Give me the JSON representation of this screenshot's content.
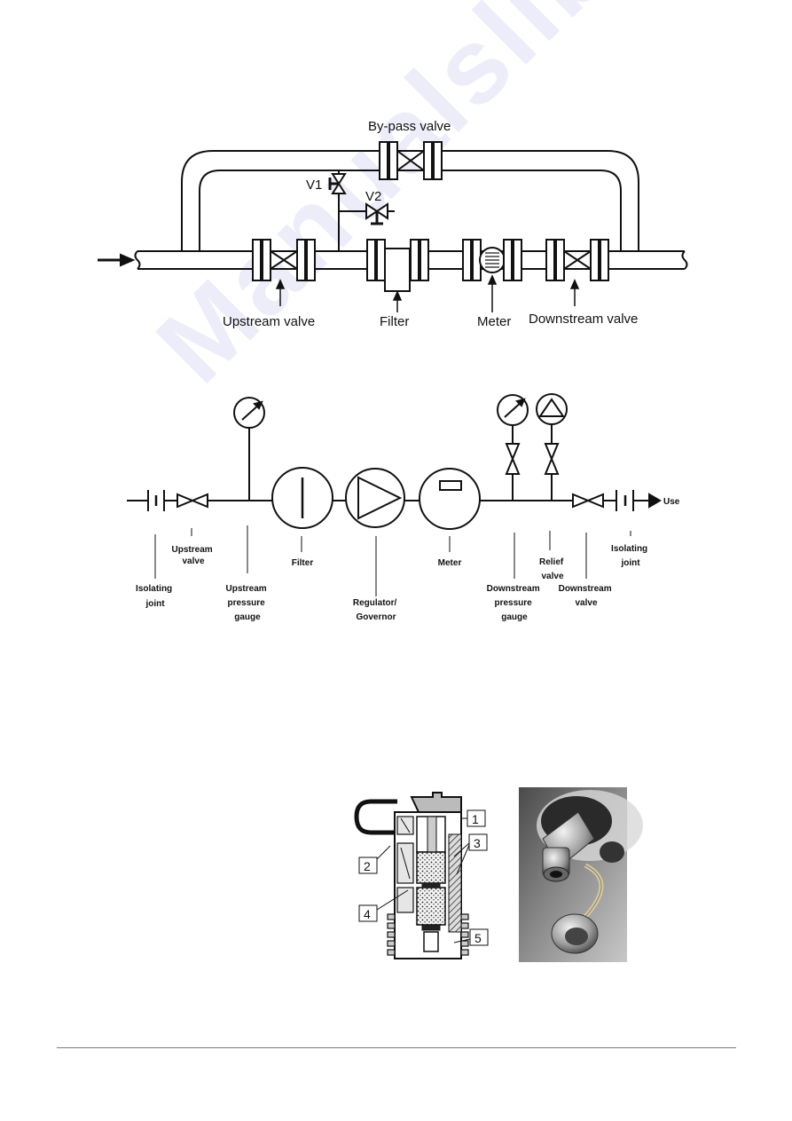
{
  "diagram1": {
    "bypass_label": "By-pass valve",
    "v1_label": "V1",
    "v2_label": "V2",
    "upstream_label": "Upstream valve",
    "filter_label": "Filter",
    "meter_label": "Meter",
    "downstream_label": "Downstream valve"
  },
  "diagram2": {
    "use_label": "Use",
    "upstream_valve": [
      "Upstream",
      "valve"
    ],
    "isolating_joint_left": [
      "Isolating",
      "joint"
    ],
    "upstream_gauge": [
      "Upstream",
      "pressure",
      "gauge"
    ],
    "filter": "Filter",
    "regulator": [
      "Regulator/",
      "Governor"
    ],
    "meter": "Meter",
    "downstream_gauge": [
      "Downstream",
      "pressure",
      "gauge"
    ],
    "relief_valve": [
      "Relief",
      "valve"
    ],
    "downstream_valve": [
      "Downstream",
      "valve"
    ],
    "isolating_joint_right": [
      "Isolating",
      "joint"
    ]
  },
  "diagram3": {
    "callouts": [
      "1",
      "2",
      "3",
      "4",
      "5"
    ]
  },
  "watermark": "Manualslib"
}
